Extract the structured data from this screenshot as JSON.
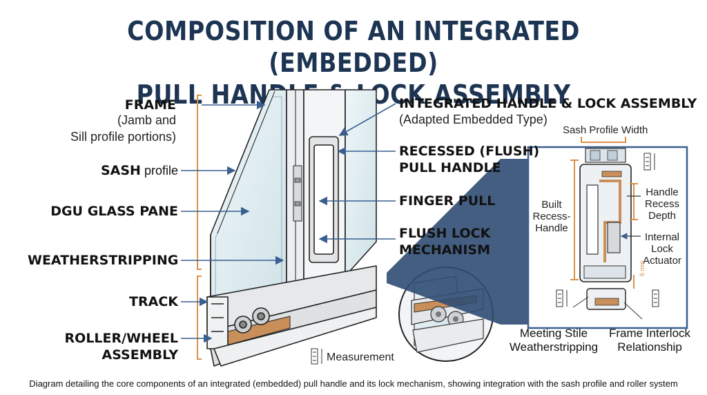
{
  "title": {
    "line1": "COMPOSITION OF AN INTEGRATED (EMBEDDED)",
    "line2": "PULL HANDLE & LOCK ASSEMBLY"
  },
  "left_labels": {
    "frame": "FRAME",
    "frame_sub1": "(Jamb and",
    "frame_sub2": "Sill profile portions)",
    "sash_bold": "SASH",
    "sash_rest": " profile",
    "dgu": "DGU GLASS PANE",
    "weather": "WEATHERSTRIPPING",
    "track": "TRACK",
    "roller1": "ROLLER/WHEEL",
    "roller2": "ASSEMBLY"
  },
  "middle_labels": {
    "integrated1": "INTEGRATED HANDLE & LOCK ASSEMBLY",
    "integrated_sub": "(Adapted Embedded Type)",
    "recessed1": "RECESSED (FLUSH)",
    "recessed2": "PULL HANDLE",
    "finger": "FINGER PULL",
    "flush1": "FLUSH LOCK",
    "flush2": "MECHANISM",
    "measurement": "Measurement"
  },
  "detail": {
    "sash_width": "Sash Profile Width",
    "built1": "Built",
    "built2": "Recess-",
    "built3": "Handle",
    "recess1": "Handle",
    "recess2": "Recess",
    "recess3": "Depth",
    "actuator1": "Internal",
    "actuator2": "Lock",
    "actuator3": "Actuator",
    "gap": "6 mm",
    "meeting1": "Meeting Stile",
    "meeting2": "Weatherstripping",
    "interlock1": "Frame Interlock",
    "interlock2": "Relationship"
  },
  "caption": "Diagram detailing the core components of an integrated (embedded) pull handle and its lock mechanism, showing integration with the sash profile and roller system",
  "colors": {
    "title": "#1d3553",
    "accent_blue": "#3a5f8f",
    "bracket_orange": "#d8924a",
    "glass": "#dcebef",
    "frame_grey": "#e6e8ea"
  }
}
